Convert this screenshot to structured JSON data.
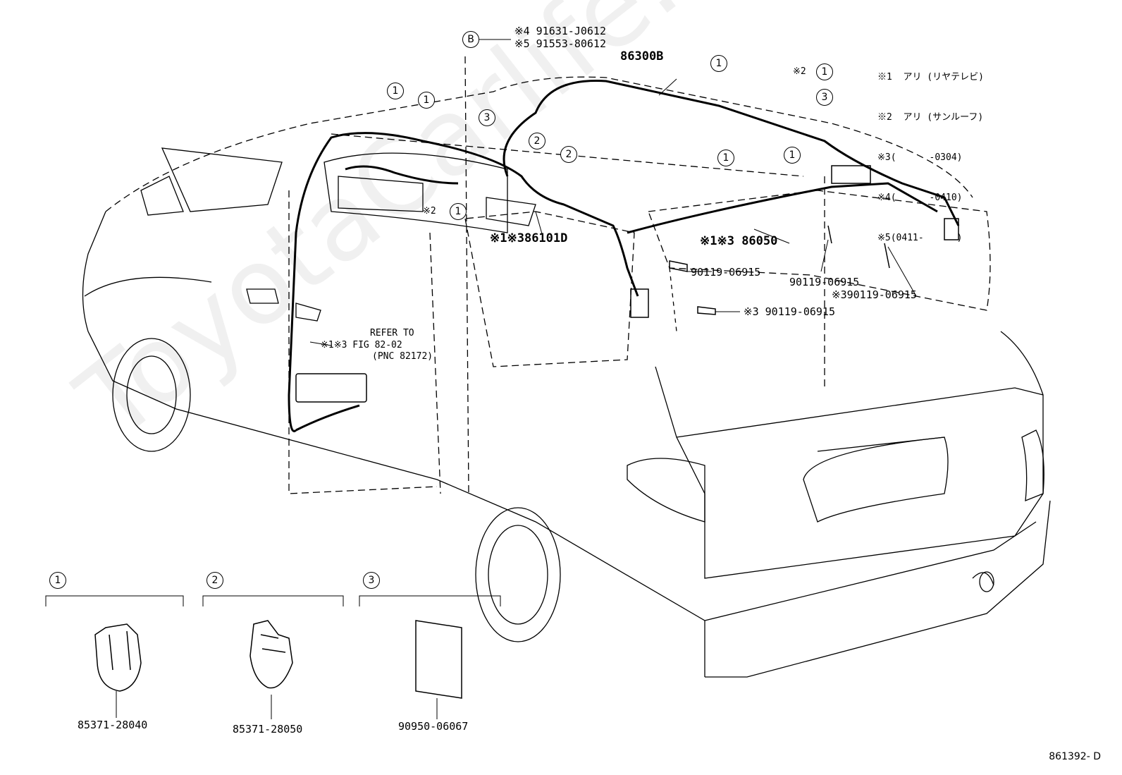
{
  "watermark": "ToyotaCarlife.ru",
  "figure_code": "861392- D",
  "notes": [
    "※1  アリ (リヤテレビ)",
    "※2  アリ (サンルーフ)",
    "※3(      -0304)",
    "※4(      -0410)",
    "※5(0411-      )"
  ],
  "marker_b": "B",
  "b_parts": [
    "※4 91631-J0612",
    "※5 91553-80612"
  ],
  "main_parts": {
    "harness_roof": "86300B",
    "harness_front": "※1※386101D",
    "harness_rear": "※1※3 86050",
    "screw_a": "90119-06915",
    "screw_b": "90119-06915",
    "screw_c": "※390119-06915",
    "screw_d": "※3 90119-06915"
  },
  "refer": [
    "REFER TO",
    "※1※3 FIG 82-02",
    "(PNC 82172)"
  ],
  "callouts": {
    "one": "1",
    "two": "2",
    "three": "3",
    "star2": "※2"
  },
  "detail": [
    {
      "num": "1",
      "part": "85371-28040"
    },
    {
      "num": "2",
      "part": "85371-28050"
    },
    {
      "num": "3",
      "part": "90950-06067"
    }
  ]
}
